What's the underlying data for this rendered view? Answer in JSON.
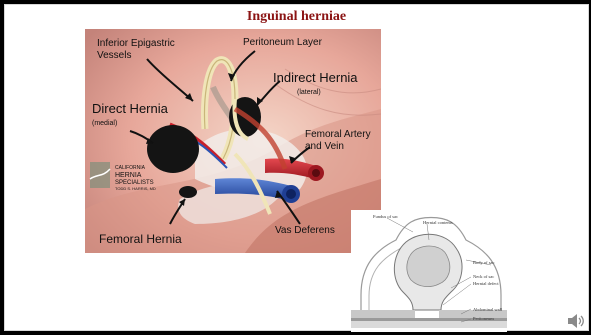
{
  "slide": {
    "title": "Inguinal herniae"
  },
  "main_figure": {
    "labels": {
      "inferior_epigastric": [
        "Inferior Epigastric",
        "Vessels"
      ],
      "peritoneum_layer": "Peritoneum Layer",
      "indirect_hernia": "Indirect Hernia",
      "indirect_hernia_sub": "(lateral)",
      "direct_hernia": "Direct Hernia",
      "direct_hernia_sub": "(medial)",
      "femoral_artery_vein": [
        "Femoral Artery",
        "and Vein"
      ],
      "vas_deferens": "Vas Deferens",
      "femoral_hernia": "Femoral Hernia"
    },
    "watermark": {
      "line1": "CALIFORNIA",
      "line2": "HERNIA",
      "line3": "SPECIALISTS",
      "line4": "TODD S. HARRIS, MD"
    }
  },
  "inset_figure": {
    "labels": {
      "fundus": "Fundus of sac",
      "hernial_contents": "Hernial contents",
      "body": "Body of sac",
      "neck": "Neck of sac",
      "defect": "Hernial defect",
      "wall": "Abdominal wall",
      "peritoneum": "Peritoneum"
    }
  },
  "colors": {
    "title": "#8b1414",
    "artery": "#c8202a",
    "vein": "#2a55b5",
    "hernia": "#141414",
    "tissue": "#e7a79a"
  },
  "icons": {
    "audio": "speaker-icon"
  }
}
